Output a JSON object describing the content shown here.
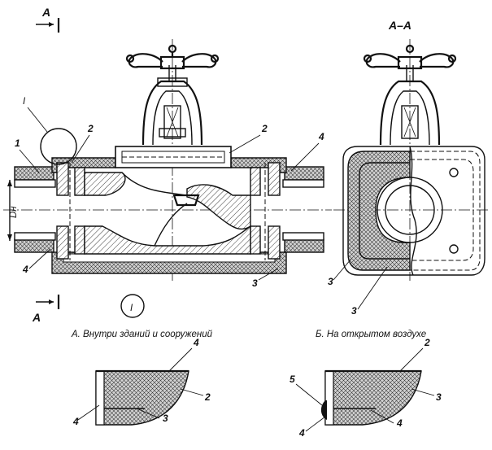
{
  "section_marks": {
    "top": "А",
    "bottom": "А",
    "view_title": "А–А"
  },
  "dimension": {
    "diameter": "Dн"
  },
  "callouts": [
    "1",
    "2",
    "2",
    "4",
    "4",
    "3",
    "3",
    "3",
    "4",
    "2",
    "3",
    "4",
    "5",
    "4",
    "2",
    "3",
    "4"
  ],
  "detail": {
    "ref_top": "I",
    "ref_circle": "I"
  },
  "details": {
    "a_caption": "А. Внутри зданий и сооружений",
    "b_caption": "Б. На открытом воздухе"
  }
}
